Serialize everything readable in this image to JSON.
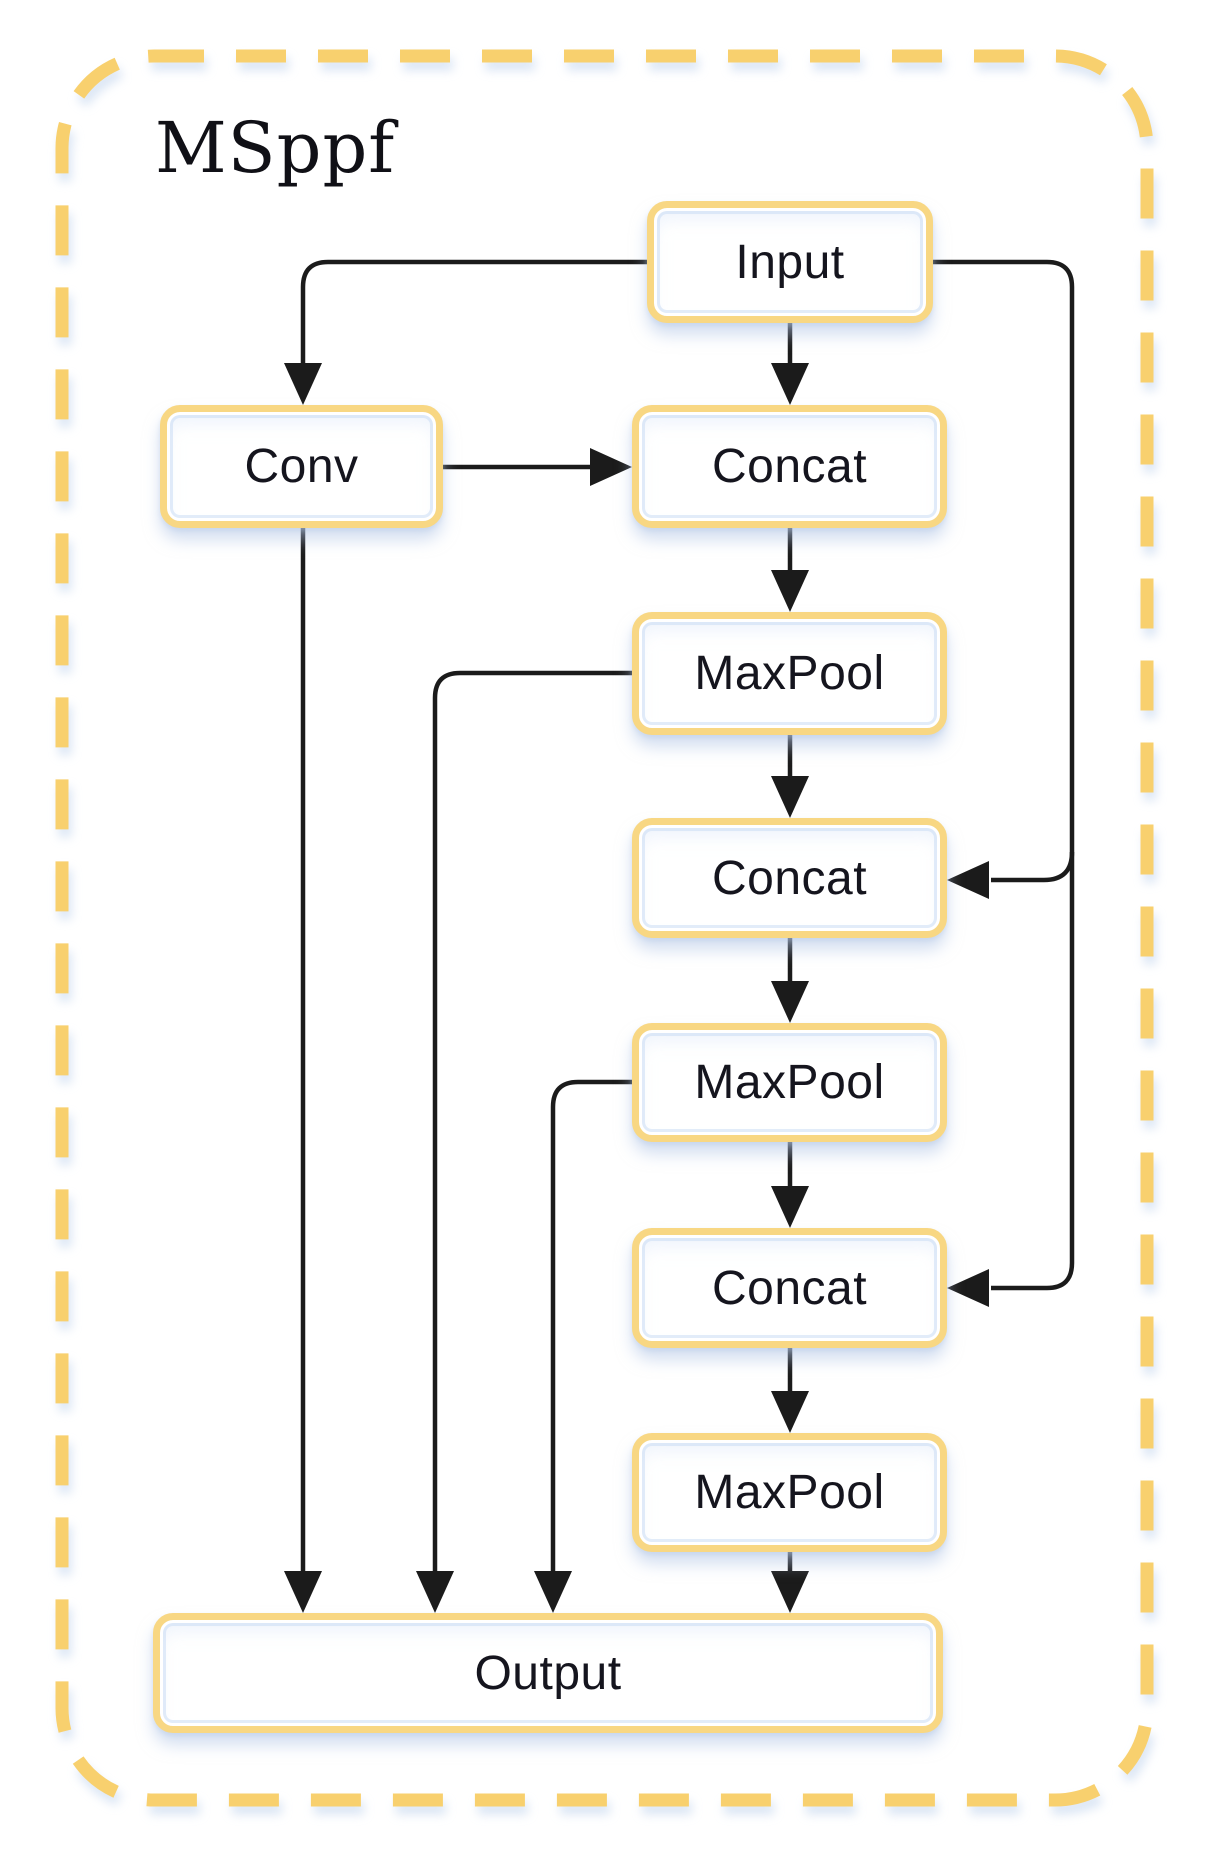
{
  "diagram": {
    "title": "MSppf",
    "nodes": {
      "input": {
        "label": "Input"
      },
      "conv": {
        "label": "Conv"
      },
      "concat1": {
        "label": "Concat"
      },
      "maxpool1": {
        "label": "MaxPool"
      },
      "concat2": {
        "label": "Concat"
      },
      "maxpool2": {
        "label": "MaxPool"
      },
      "concat3": {
        "label": "Concat"
      },
      "maxpool3": {
        "label": "MaxPool"
      },
      "output": {
        "label": "Output"
      }
    },
    "edges": [
      {
        "from": "input",
        "to": "conv"
      },
      {
        "from": "input",
        "to": "concat1"
      },
      {
        "from": "conv",
        "to": "concat1"
      },
      {
        "from": "concat1",
        "to": "maxpool1"
      },
      {
        "from": "maxpool1",
        "to": "concat2"
      },
      {
        "from": "input",
        "to": "concat2"
      },
      {
        "from": "concat2",
        "to": "maxpool2"
      },
      {
        "from": "maxpool2",
        "to": "concat3"
      },
      {
        "from": "input",
        "to": "concat3"
      },
      {
        "from": "concat3",
        "to": "maxpool3"
      },
      {
        "from": "conv",
        "to": "output"
      },
      {
        "from": "maxpool1",
        "to": "output"
      },
      {
        "from": "maxpool2",
        "to": "output"
      },
      {
        "from": "maxpool3",
        "to": "output"
      }
    ],
    "colors": {
      "frame_dash": "#F8D06E",
      "box_border": "#F8D783",
      "arrow": "#1B1B1B",
      "text": "#15151E",
      "background": "#FFFFFF"
    }
  }
}
